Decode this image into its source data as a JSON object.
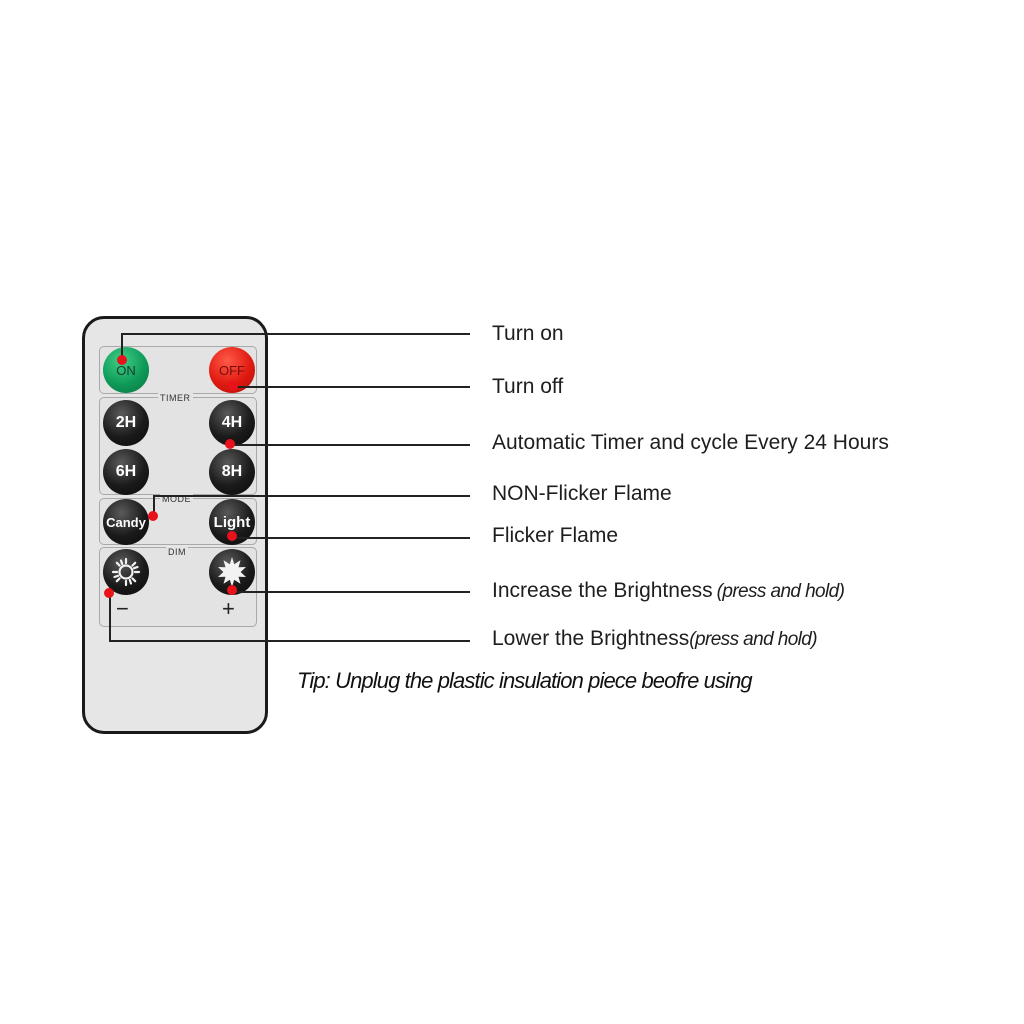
{
  "remote": {
    "power": {
      "on_label": "ON",
      "off_label": "OFF"
    },
    "timer": {
      "section_label": "TIMER",
      "buttons": [
        "2H",
        "4H",
        "6H",
        "8H"
      ]
    },
    "mode": {
      "section_label": "MODE",
      "buttons": [
        "Candy",
        "Light"
      ]
    },
    "dim": {
      "section_label": "DIM",
      "minus_symbol": "−",
      "plus_symbol": "+",
      "minus_icon": "sun-outline-icon",
      "plus_icon": "sun-filled-icon"
    }
  },
  "callouts": [
    {
      "text": "Turn on",
      "note": ""
    },
    {
      "text": "Turn off",
      "note": ""
    },
    {
      "text": "Automatic Timer and cycle Every 24 Hours",
      "note": ""
    },
    {
      "text": "NON-Flicker Flame",
      "note": ""
    },
    {
      "text": "Flicker Flame",
      "note": ""
    },
    {
      "text": "Increase the Brightness",
      "note": "(press and hold)"
    },
    {
      "text": "Lower the Brightness",
      "note": "(press and hold)"
    }
  ],
  "tip": "Tip: Unplug the plastic insulation piece beofre using",
  "colors": {
    "on_button": "#0f9a58",
    "off_button": "#e01a10",
    "callout_dot": "#e8121a",
    "leader_line": "#222222"
  }
}
